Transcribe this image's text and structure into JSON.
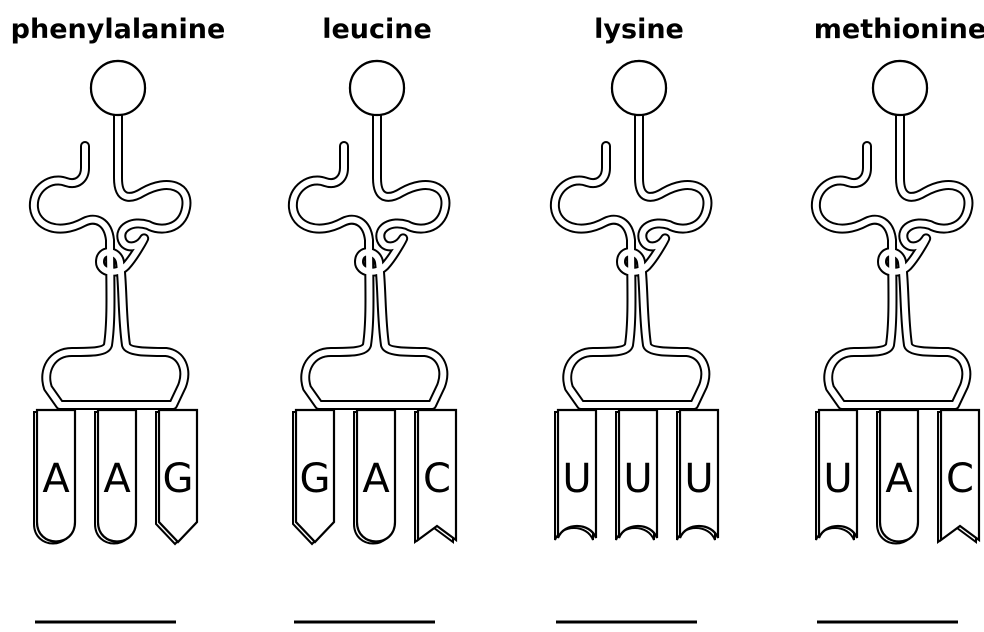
{
  "trnas": [
    {
      "amino_acid": "phenylalanine",
      "anticodon": [
        "A",
        "A",
        "G"
      ]
    },
    {
      "amino_acid": "leucine",
      "anticodon": [
        "G",
        "A",
        "C"
      ]
    },
    {
      "amino_acid": "lysine",
      "anticodon": [
        "U",
        "U",
        "U"
      ]
    },
    {
      "amino_acid": "methionine",
      "anticodon": [
        "U",
        "A",
        "C"
      ]
    }
  ],
  "base_shapes": {
    "A": "round",
    "G": "point",
    "C": "notch",
    "U": "cup"
  },
  "colors": {
    "outline": "#000000",
    "background": "#ffffff"
  }
}
